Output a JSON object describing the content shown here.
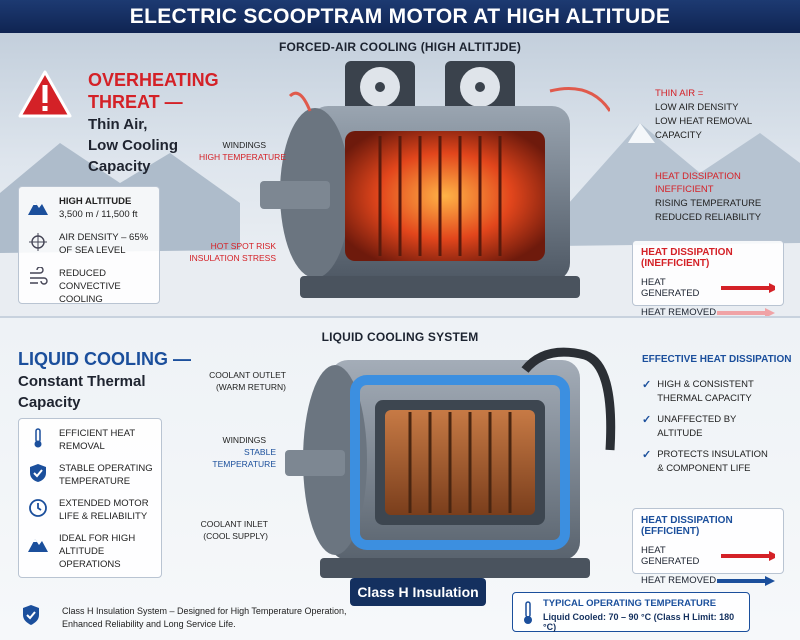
{
  "header": {
    "title": "ELECTRIC SCOOPTRAM MOTOR AT HIGH ALTITUDE"
  },
  "top": {
    "section_title": "FORCED-AIR COOLING (HIGH ALTITJDE)",
    "threat_line1": "OVERHEATING",
    "threat_line2": "THREAT —",
    "threat_sub1": "Thin Air,",
    "threat_sub2": "Low Cooling",
    "threat_sub3": "Capacity",
    "left_panel": {
      "alt_title": "HIGH ALTITUDE",
      "alt_value": "3,500 m / 11,500 ft",
      "density_line1": "AIR DENSITY – 65%",
      "density_line2": "OF SEA LEVEL",
      "conv_line1": "REDUCED CONVECTIVE",
      "conv_line2": "COOLING"
    },
    "label_windings": "WINDINGS",
    "label_windings_temp": "HIGH TEMPERATURE",
    "label_hotspot1": "HOT SPOT RISK",
    "label_hotspot2": "INSULATION STRESS",
    "thin_air_title": "THIN AIR =",
    "thin_air_1": "LOW AIR DENSITY",
    "thin_air_2": "LOW HEAT REMOVAL",
    "thin_air_3": "CAPACITY",
    "hd_red1": "HEAT DISSIPATION",
    "hd_red2": "INEFFICIENT",
    "hd_sub1": "RISING TEMPERATURE",
    "hd_sub2": "REDUCED RELIABILITY",
    "box": {
      "title": "HEAT DISSIPATION (INEFFICIENT)",
      "generated": "HEAT GENERATED",
      "removed": "HEAT REMOVED"
    }
  },
  "bottom": {
    "section_title": "LIQUID COOLING SYSTEM",
    "title1": "LIQUID COOLING —",
    "sub1": "Constant Thermal",
    "sub2": "Capacity",
    "left_panel": {
      "i1a": "EFFICIENT HEAT",
      "i1b": "REMOVAL",
      "i2a": "STABLE OPERATING",
      "i2b": "TEMPERATURE",
      "i3a": "EXTENDED MOTOR",
      "i3b": "LIFE & RELIABILITY",
      "i4a": "IDEAL FOR HIGH",
      "i4b": "ALTITUDE OPERATIONS"
    },
    "label_outlet1": "COOLANT OUTLET",
    "label_outlet2": "(WARM RETURN)",
    "label_windings": "WINDINGS",
    "label_windings_temp": "STABLE TEMPERATURE",
    "label_inlet1": "COOLANT INLET",
    "label_inlet2": "(COOL SUPPLY)",
    "effective_title": "EFFECTIVE HEAT DISSIPATION",
    "check1a": "HIGH & CONSISTENT",
    "check1b": "THERMAL CAPACITY",
    "check2a": "UNAFFECTED BY",
    "check2b": "ALTITUDE",
    "check3a": "PROTECTS INSULATION",
    "check3b": "& COMPONENT LIFE",
    "box": {
      "title": "HEAT DISSIPATION (EFFICIENT)",
      "generated": "HEAT GENERATED",
      "removed": "HEAT REMOVED"
    },
    "class_badge": "Class H Insulation",
    "footer_line1": "Class H Insulation System – Designed for High Temperature Operation,",
    "footer_line2": "Enhanced Reliability and Long Service Life.",
    "temp_title": "TYPICAL OPERATING TEMPERATURE",
    "temp_value": "Liquid Cooled: 70 – 90 °C (Class H Limit: 180 °C)"
  },
  "colors": {
    "red": "#d42127",
    "blue": "#1b4f9c",
    "navy": "#14305f"
  },
  "icons": [
    "warning-icon",
    "mountain-icon",
    "air-density-icon",
    "convection-icon",
    "thermometer-icon",
    "shield-check-icon",
    "clock-icon",
    "mountain-icon",
    "thermometer-icon"
  ]
}
